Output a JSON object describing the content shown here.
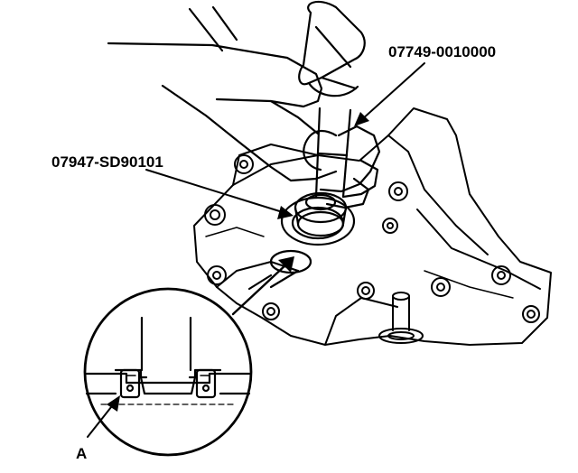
{
  "callouts": {
    "driver_handle": "07749-0010000",
    "installer_attachment": "07947-SD90101",
    "detail_marker": "A"
  },
  "colors": {
    "ink": "#000000",
    "paper": "#ffffff"
  }
}
